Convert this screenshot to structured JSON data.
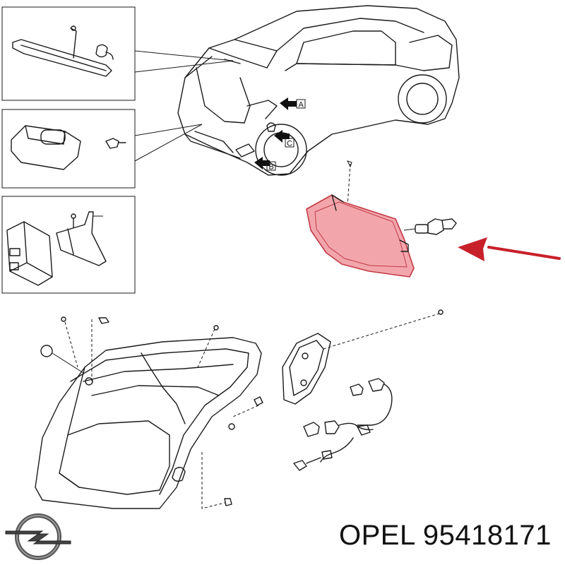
{
  "caption": {
    "brand": "OPEL",
    "part_number": "95418171"
  },
  "callouts": {
    "a": "A",
    "b": "B",
    "c": "C"
  },
  "colors": {
    "highlight_fill": "#f2a6ac",
    "highlight_stroke": "#c23a45",
    "arrow": "#c8202a",
    "line": "#1a1a1a"
  },
  "icons": {
    "logo": "opel-lightning-logo"
  }
}
